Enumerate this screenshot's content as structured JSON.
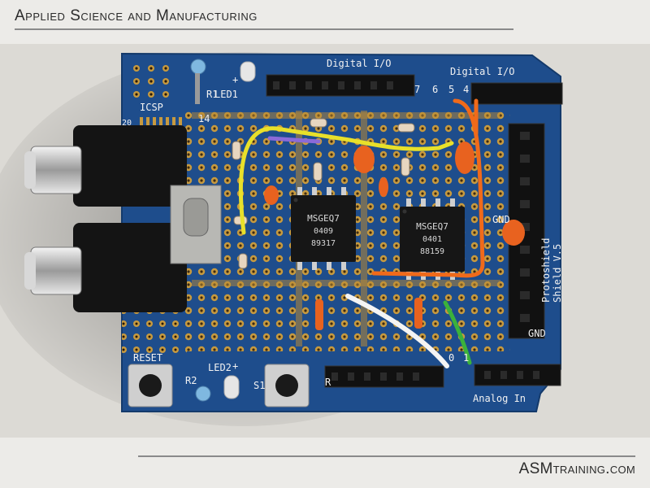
{
  "header": {
    "title": "Applied Science and Manufacturing"
  },
  "footer": {
    "site": "ASMtraining.com"
  },
  "board": {
    "silkscreen": {
      "icsp": "ICSP",
      "digital_io_1": "Digital I/O",
      "digital_io_2": "Digital I/O",
      "pin_7": "7",
      "pin_6": "6",
      "pin_5": "5",
      "pin_4": "4",
      "reset": "RESET",
      "r1": "R1",
      "led1": "LED1",
      "r2": "R2",
      "led2": "LED2",
      "s1": "S1",
      "plus_1": "+",
      "plus_2": "+",
      "row_14": "14",
      "analog_in": "Analog In",
      "pin_0": "0",
      "pin_1": "1",
      "shield_line1": "Protoshield",
      "shield_line2": "Shield V.5",
      "gnd_1": "GND",
      "gnd_2": "GND",
      "ref": "R",
      "side_20": "20"
    },
    "chip_left": {
      "name": "MSGEQ7",
      "line2": "0409",
      "line3": "89317"
    },
    "chip_right": {
      "name": "MSGEQ7",
      "line2": "0401",
      "line3": "88159"
    }
  },
  "colors": {
    "board": "#1e4d8c",
    "pad": "#c79a3f",
    "wire_yellow": "#e8e02a",
    "wire_orange": "#f06a1a",
    "wire_white": "#f4f4f4",
    "wire_green": "#3bb23b",
    "jack": "#141414"
  }
}
